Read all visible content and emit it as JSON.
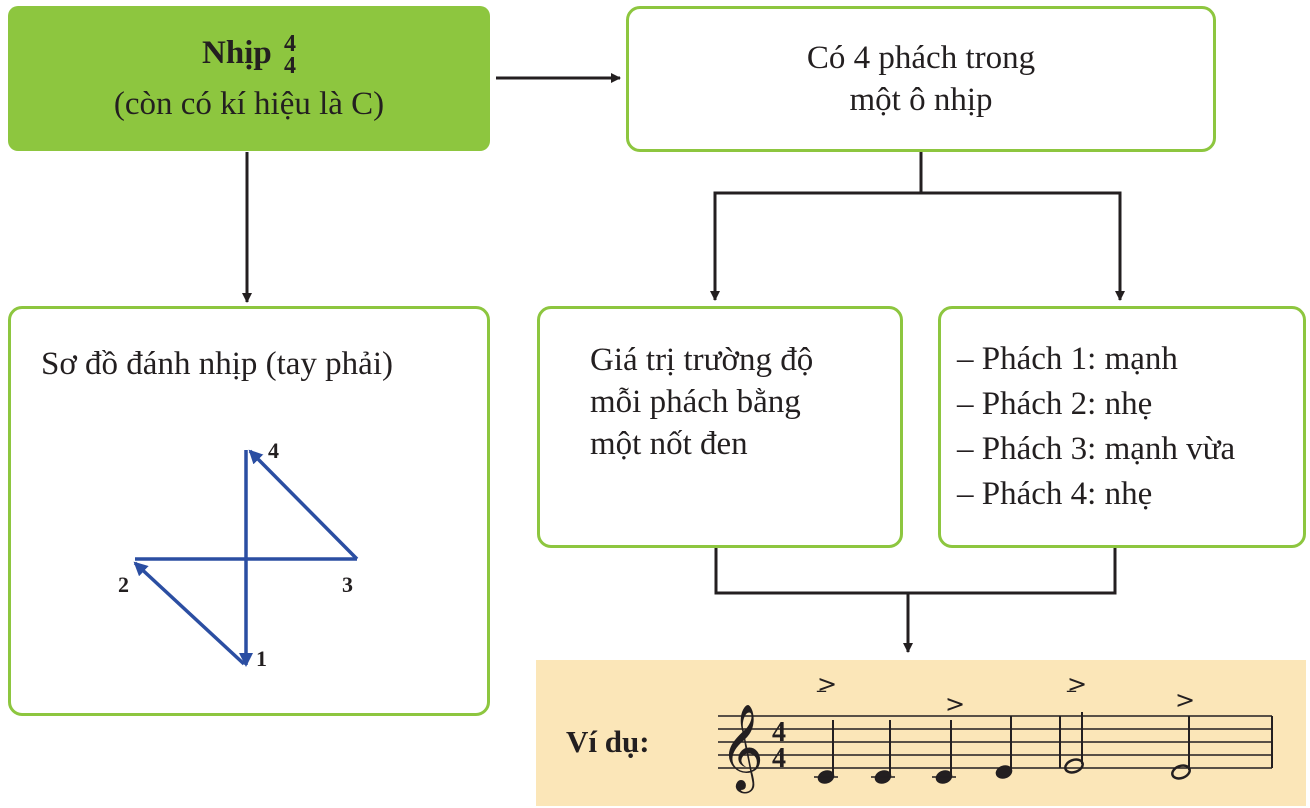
{
  "meter_box": {
    "title": "Nhịp",
    "numerator": "4",
    "denominator": "4",
    "subtitle": "(còn có kí hiệu là C)"
  },
  "beats_box": {
    "line1": "Có 4 phách trong",
    "line2": "một ô nhịp"
  },
  "conducting_box": {
    "title": "Sơ đồ đánh nhịp (tay phải)",
    "points": [
      "1",
      "2",
      "3",
      "4"
    ]
  },
  "duration_box": {
    "line1": "Giá trị trường độ",
    "line2": "mỗi phách bằng",
    "line3": "một nốt đen"
  },
  "accent_box": {
    "items": [
      "– Phách 1: mạnh",
      "– Phách 2: nhẹ",
      "– Phách 3: mạnh vừa",
      "– Phách 4: nhẹ"
    ]
  },
  "example": {
    "label": "Ví dụ:",
    "time_signature": [
      "4",
      "4"
    ],
    "accents": [
      ">",
      ">",
      ">",
      ">"
    ]
  },
  "colors": {
    "green": "#8dc63f",
    "arrow_blue": "#2b4ea2",
    "example_bg": "#fbe6b8"
  }
}
